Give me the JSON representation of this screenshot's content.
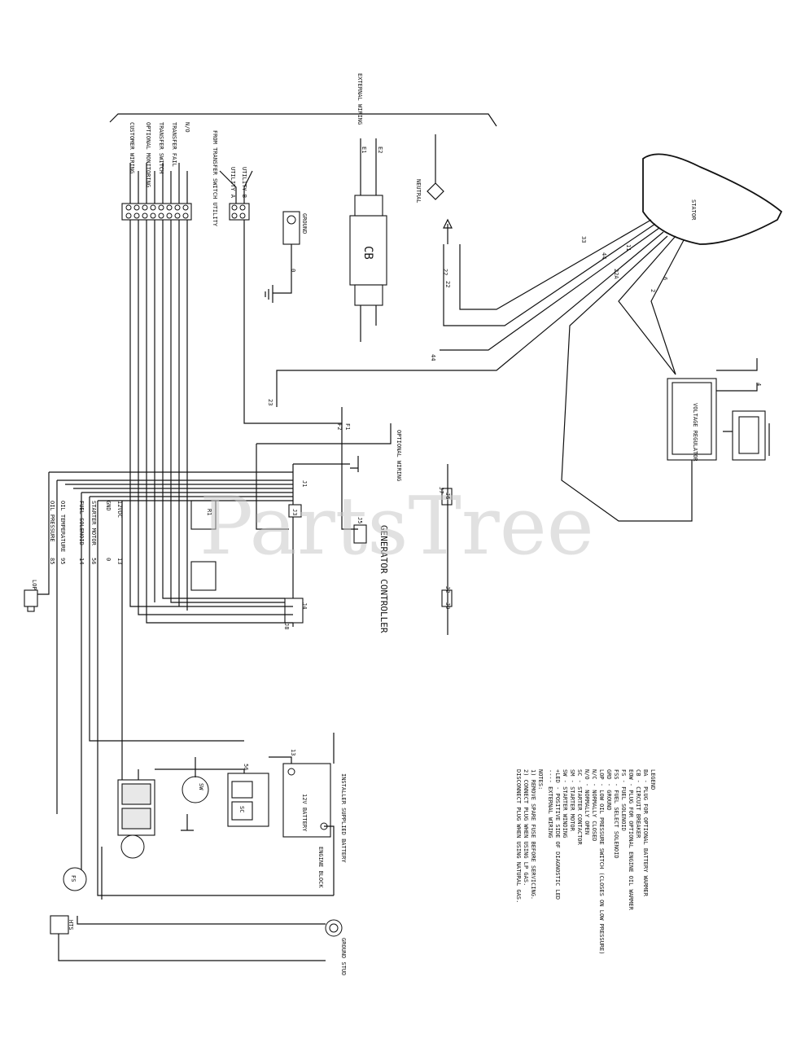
{
  "watermark": "PartsTree",
  "title_vertical": "GENERATOR CONTROLLER",
  "stator_label": "STATOR",
  "external_wiring_label": "EXTERNAL WIRING",
  "neutral_label": "NEUTRAL",
  "ground_label": "GROUND",
  "cb_label": "CB",
  "utility_label": "FROM TRANSFER SWITCH UTILITY",
  "utility_terminals": [
    "UTILITY A",
    "UTILITY B"
  ],
  "optional_label": "OPTIONAL WIRING",
  "battery_label": "12V BATTERY",
  "battery_note": "INSTALLER SUPPLIED BATTERY",
  "engine_block_label": "ENGINE BLOCK",
  "ground_stud_label": "GROUND STUD",
  "voltage_regulator": "VOLTAGE REGULATOR",
  "lead_labels_left": [
    "OIL PRESSURE",
    "OIL TEMPERATURE",
    "FUEL SOLENOID",
    "STARTER MOTOR",
    "GND",
    "12VDC"
  ],
  "lead_numbers_left": [
    "85",
    "95",
    "14",
    "56",
    "0",
    "13"
  ],
  "top_terminal_labels": [
    "N/O",
    "TRANSFER FAIL",
    "TRANSFER SWITCH",
    "OPTIONAL MONITORING",
    "CUSTOMER WIRING"
  ],
  "wire_numbers": [
    "22",
    "33",
    "44",
    "11",
    "22A",
    "44",
    "6",
    "2",
    "4",
    "E1",
    "E2",
    "22",
    "0",
    "23",
    "56",
    "13"
  ],
  "connectors": [
    "J1",
    "J2",
    "J3",
    "J4",
    "J5",
    "J6",
    "J7",
    "J8",
    "J9"
  ],
  "components": [
    "SW",
    "SC",
    "FS",
    "LOP",
    "HTS",
    "F2",
    "F1",
    "R1"
  ],
  "legend": {
    "title": "LEGEND",
    "lines": [
      "BA - PLUG FOR OPTIONAL BATTERY WARMER",
      "CB - CIRCUIT BREAKER",
      "EOW - PLUG FOR OPTIONAL ENGINE OIL WARMER",
      "FS - FUEL SOLENOID",
      "FSS - FUEL SELECT SOLENOID",
      "GRD - GROUND",
      "LOP - LOW OIL PRESSURE SWITCH (CLOSES ON LOW PRESSURE)",
      "N/C - NORMALLY CLOSED",
      "N/O - NORMALLY OPEN",
      "SC - STARTER CONTACTOR",
      "SM - STARTER MOTOR",
      "SW - STARTER WINDING",
      "+LED - POSITIVE SIDE OF DIAGNOSTIC LED",
      "---- EXTERNAL WIRING"
    ],
    "notes_title": "NOTES:",
    "notes": [
      "1) REMOVE SPARE FUSE BEFORE SERVICING.",
      "2) CONNECT PLUG WHEN USING LP GAS.",
      "   DISCONNECT PLUG WHEN USING NATURAL GAS."
    ]
  }
}
